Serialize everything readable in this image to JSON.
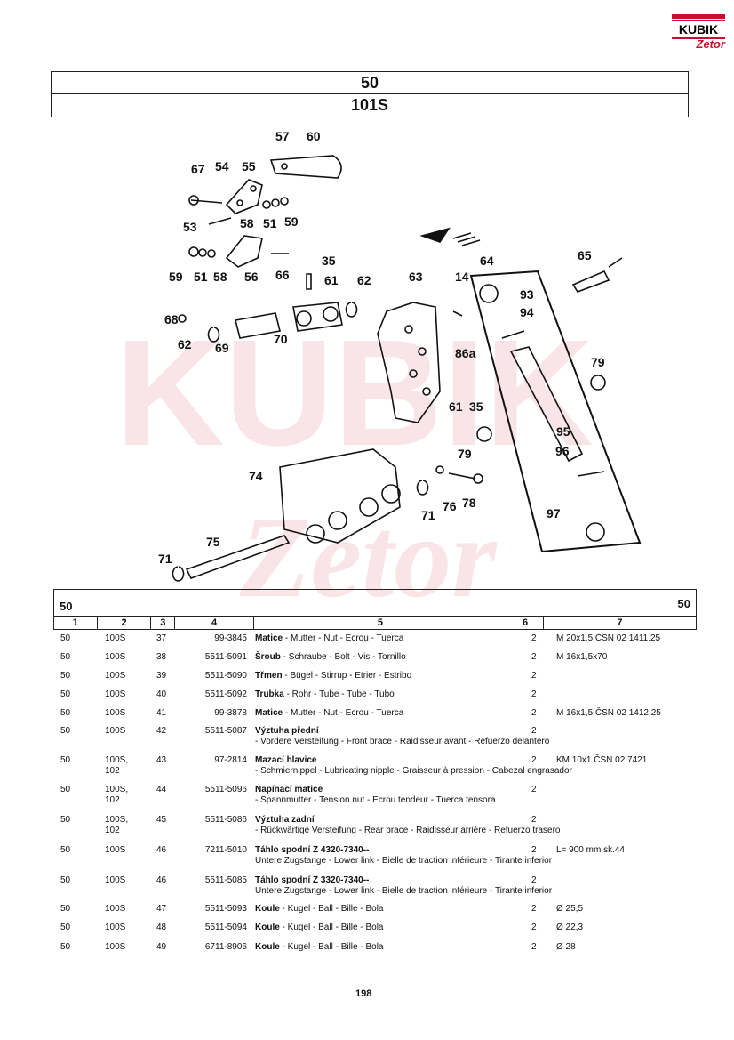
{
  "logo": {
    "brand": "KUBIK",
    "sub": "Zetor"
  },
  "header": {
    "group": "50",
    "model": "101S"
  },
  "diagram": {
    "labels": [
      "57",
      "60",
      "67",
      "54",
      "55",
      "53",
      "58",
      "51",
      "59",
      "59",
      "51",
      "58",
      "56",
      "66",
      "35",
      "61",
      "62",
      "63",
      "14",
      "64",
      "65",
      "68",
      "62",
      "69",
      "70",
      "93",
      "94",
      "86a",
      "79",
      "61",
      "35",
      "95",
      "96",
      "79",
      "74",
      "76",
      "78",
      "71",
      "97",
      "75",
      "71"
    ]
  },
  "table": {
    "section_left": "50",
    "section_right": "50",
    "columns": [
      "1",
      "2",
      "3",
      "4",
      "5",
      "6",
      "7"
    ],
    "rows": [
      {
        "c1": "50",
        "c2": "100S",
        "c3": "37",
        "c4": "99-3845",
        "name": "Matice",
        "desc": " - Mutter - Nut - Ecrou - Tuerca",
        "c6": "2",
        "c7": "M 20x1,5 ČSN 02 1411.25"
      },
      {
        "c1": "50",
        "c2": "100S",
        "c3": "38",
        "c4": "5511-5091",
        "name": "Šroub",
        "desc": " - Schraube - Bolt - Vis - Tornillo",
        "c6": "2",
        "c7": "M 16x1,5x70"
      },
      {
        "c1": "50",
        "c2": "100S",
        "c3": "39",
        "c4": "5511-5090",
        "name": "Třmen",
        "desc": " - Bügel - Stirrup - Etrier - Estribo",
        "c6": "2",
        "c7": ""
      },
      {
        "c1": "50",
        "c2": "100S",
        "c3": "40",
        "c4": "5511-5092",
        "name": "Trubka",
        "desc": " - Rohr - Tube - Tube - Tubo",
        "c6": "2",
        "c7": ""
      },
      {
        "c1": "50",
        "c2": "100S",
        "c3": "41",
        "c4": "99-3878",
        "name": "Matice",
        "desc": " - Mutter - Nut - Ecrou - Tuerca",
        "c6": "2",
        "c7": "M 16x1,5 ČSN 02 1412.25"
      },
      {
        "c1": "50",
        "c2": "100S",
        "c3": "42",
        "c4": "5511-5087",
        "name": "Výztuha přední",
        "desc": " - Vordere Versteifung - Front brace - Raidisseur avant - Refuerzo delantero",
        "c6": "2",
        "c7": ""
      },
      {
        "c1": "50",
        "c2": "100S, 102",
        "c3": "43",
        "c4": "97-2814",
        "name": "Mazací hlavice",
        "desc": " - Schmiernippel - Lubricating nipple - Graisseur à pression - Cabezal engrasador",
        "c6": "2",
        "c7": "KM 10x1 ČSN 02 7421"
      },
      {
        "c1": "50",
        "c2": "100S, 102",
        "c3": "44",
        "c4": "5511-5096",
        "name": "Napínací matice",
        "desc": " - Spannmutter - Tension nut - Ecrou tendeur - Tuerca tensora",
        "c6": "2",
        "c7": ""
      },
      {
        "c1": "50",
        "c2": "100S, 102",
        "c3": "45",
        "c4": "5511-5086",
        "name": "Výztuha zadní",
        "desc": " - Rückwärtige Versteifung - Rear brace - Raidisseur arrière - Refuerzo trasero",
        "c6": "2",
        "c7": ""
      },
      {
        "c1": "50",
        "c2": "100S",
        "c3": "46",
        "c4": "7211-5010",
        "name": "Táhlo spodní Z 4320-7340--",
        "desc": " Untere Zugstange - Lower link - Bielle de traction inférieure - Tirante inferior",
        "c6": "2",
        "c7": "L= 900 mm    sk.44"
      },
      {
        "c1": "50",
        "c2": "100S",
        "c3": "46",
        "c4": "5511-5085",
        "name": "Táhlo spodní Z 3320-7340--",
        "desc": " Untere Zugstange - Lower link - Bielle de traction inférieure - Tirante inferior",
        "c6": "2",
        "c7": ""
      },
      {
        "c1": "50",
        "c2": "100S",
        "c3": "47",
        "c4": "5511-5093",
        "name": "Koule",
        "desc": " - Kugel - Ball - Bille - Bola",
        "c6": "2",
        "c7": "Ø 25,5"
      },
      {
        "c1": "50",
        "c2": "100S",
        "c3": "48",
        "c4": "5511-5094",
        "name": "Koule",
        "desc": " - Kugel - Ball - Bille - Bola",
        "c6": "2",
        "c7": "Ø 22,3"
      },
      {
        "c1": "50",
        "c2": "100S",
        "c3": "49",
        "c4": "6711-8906",
        "name": "Koule",
        "desc": " - Kugel - Ball - Bille - Bola",
        "c6": "2",
        "c7": "Ø 28"
      }
    ]
  },
  "page_number": "198"
}
